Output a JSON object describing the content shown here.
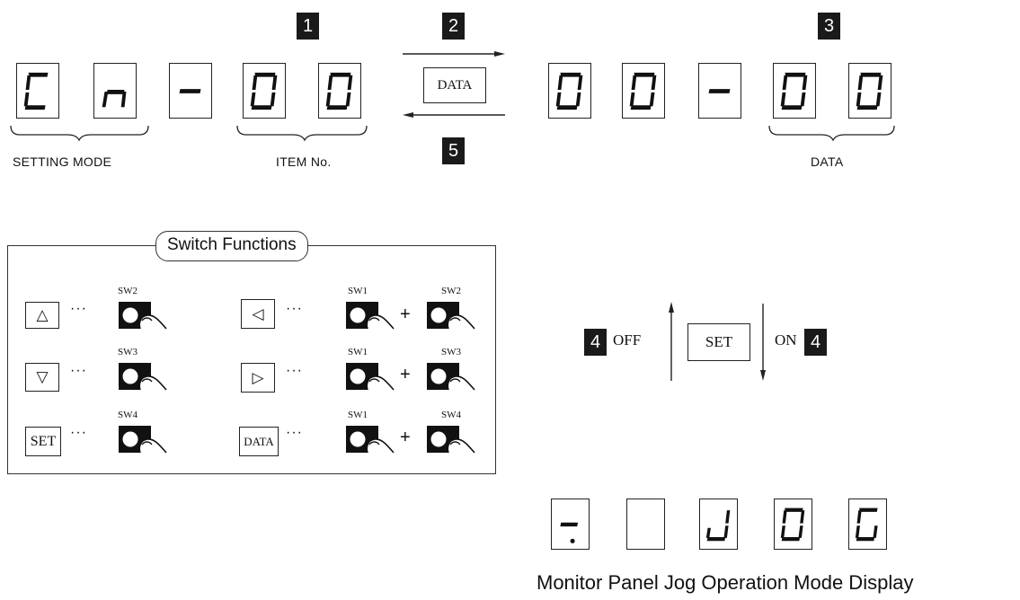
{
  "steps": {
    "s1": "1",
    "s2": "2",
    "s3": "3",
    "s4": "4",
    "s5": "5"
  },
  "top_left_display": {
    "chars": [
      "C",
      "n",
      "-",
      "0",
      "0"
    ]
  },
  "top_right_display": {
    "chars": [
      "0",
      "0",
      "-",
      "0",
      "0"
    ]
  },
  "labels": {
    "setting_mode": "SETTING MODE",
    "item_no": "ITEM No.",
    "data": "DATA"
  },
  "data_key_label": "DATA",
  "switch_functions": {
    "title": "Switch Functions",
    "rows": [
      {
        "left_key": "△",
        "left_sw": "SW2",
        "right_key": "◁",
        "right_sw1": "SW1",
        "right_sw2": "SW2"
      },
      {
        "left_key": "▽",
        "left_sw": "SW3",
        "right_key": "▷",
        "right_sw1": "SW1",
        "right_sw2": "SW3"
      },
      {
        "left_key": "SET",
        "left_sw": "SW4",
        "right_key": "DATA",
        "right_sw1": "SW1",
        "right_sw2": "SW4"
      }
    ],
    "dots": "···",
    "plus": "+"
  },
  "set_section": {
    "off": "OFF",
    "on": "ON",
    "key": "SET"
  },
  "jog_display": {
    "chars": [
      "-.",
      "",
      "J",
      "0",
      "G"
    ]
  },
  "caption": "Monitor Panel Jog Operation Mode Display"
}
